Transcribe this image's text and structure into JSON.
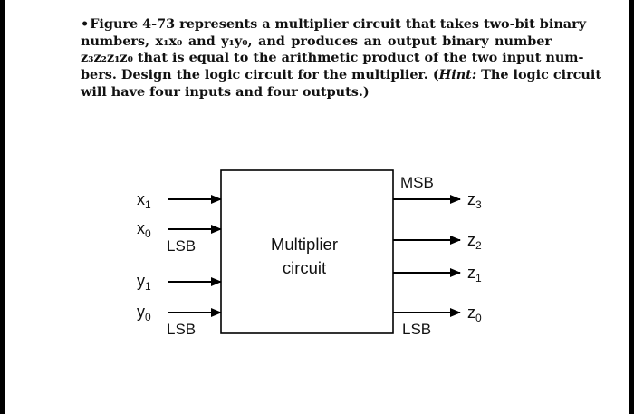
{
  "problem": {
    "bullet": "•",
    "line1": "Figure 4-73 represents a multiplier circuit that takes two-bit binary",
    "line2": "numbers, x₁x₀ and y₁y₀, and produces an output binary number",
    "line3": "z₃z₂z₁z₀ that is equal to the arithmetic product of the two input num-",
    "line4_text": "bers. Design the logic circuit for the multiplier. (",
    "line4_hint": "Hint:",
    "line4_rest": " The logic circuit",
    "line5": "will have four inputs and four outputs.)"
  },
  "diagram": {
    "block_line1": "Multiplier",
    "block_line2": "circuit",
    "msb_label": "MSB",
    "input_lsb_top": "LSB",
    "input_lsb_bottom": "LSB",
    "output_lsb": "LSB",
    "inputs": [
      {
        "var": "x",
        "sub": "1"
      },
      {
        "var": "x",
        "sub": "0"
      },
      {
        "var": "y",
        "sub": "1"
      },
      {
        "var": "y",
        "sub": "0"
      }
    ],
    "outputs": [
      {
        "var": "z",
        "sub": "3"
      },
      {
        "var": "z",
        "sub": "2"
      },
      {
        "var": "z",
        "sub": "1"
      },
      {
        "var": "z",
        "sub": "0"
      }
    ],
    "line_color": "#000000"
  }
}
